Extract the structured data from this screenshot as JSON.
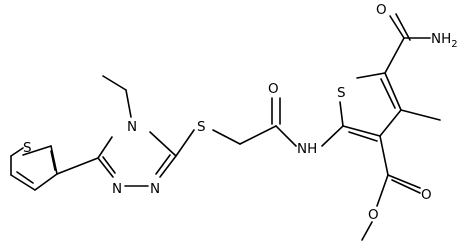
{
  "molecule": {
    "atoms": {
      "s_thiophene_left": "S",
      "n_ethyl": "N",
      "n_triazole_1": "N",
      "n_triazole_2": "N",
      "s_thioether": "S",
      "o_amide": "O",
      "nh_amide": "NH",
      "s_thiophene_right": "S",
      "o_carbamoyl": "O",
      "nh2_carbamoyl": "NH",
      "nh2_subscript": "2",
      "o_ester_carbonyl": "O",
      "o_ester_methoxy": "O"
    }
  }
}
